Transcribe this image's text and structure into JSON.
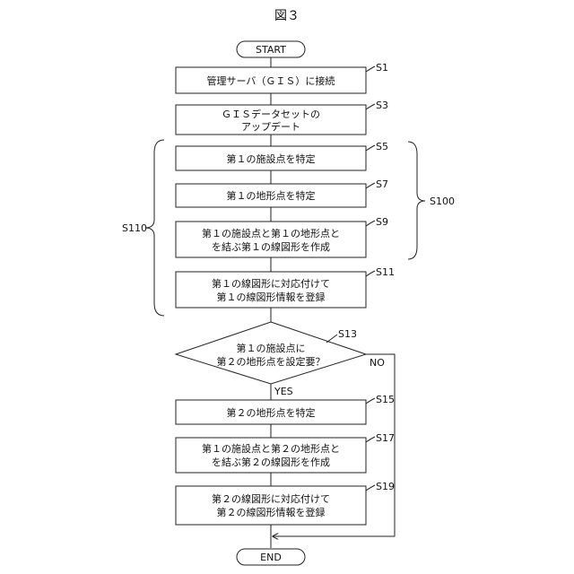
{
  "figure": {
    "title": "図３"
  },
  "nodes": {
    "start": "START",
    "s1": [
      "管理サーバ（ＧＩＳ）に接続"
    ],
    "s3": [
      "ＧＩＳデータセットの",
      "アップデート"
    ],
    "s5": [
      "第１の施設点を特定"
    ],
    "s7": [
      "第１の地形点を特定"
    ],
    "s9": [
      "第１の施設点と第１の地形点と",
      "を結ぶ第１の線図形を作成"
    ],
    "s11": [
      "第１の線図形に対応付けて",
      "第１の線図形情報を登録"
    ],
    "s13": [
      "第１の施設点に",
      "第２の地形点を設定要？"
    ],
    "s15": [
      "第２の地形点を特定"
    ],
    "s17": [
      "第１の施設点と第２の地形点と",
      "を結ぶ第２の線図形を作成"
    ],
    "s19": [
      "第２の線図形に対応付けて",
      "第２の線図形情報を登録"
    ],
    "end": "END"
  },
  "step_labels": {
    "s1": "S1",
    "s3": "S3",
    "s5": "S5",
    "s7": "S7",
    "s9": "S9",
    "s11": "S11",
    "s13": "S13",
    "s15": "S15",
    "s17": "S17",
    "s19": "S19"
  },
  "group_labels": {
    "s100": "S100",
    "s110": "S110"
  },
  "branch_labels": {
    "yes": "YES",
    "no": "NO"
  }
}
